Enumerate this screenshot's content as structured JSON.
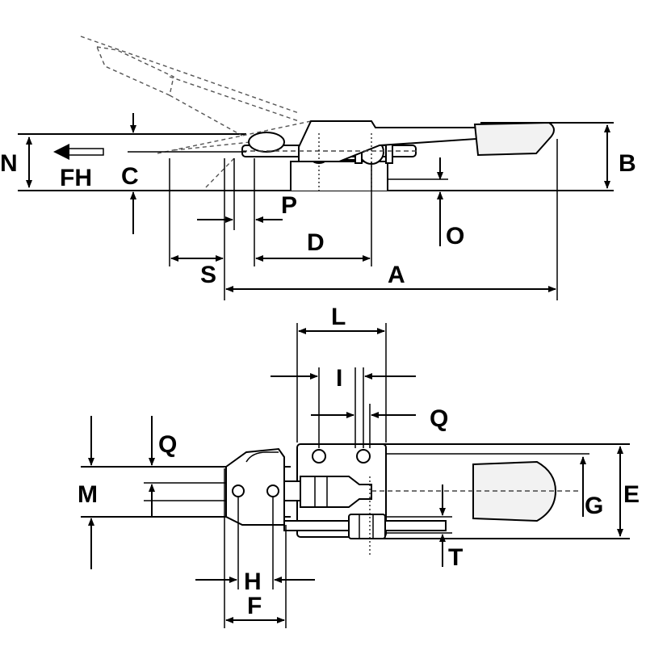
{
  "side_view": {
    "labels": {
      "N": "N",
      "FH": "FH",
      "C": "C",
      "B": "B",
      "O": "O",
      "P": "P",
      "D": "D",
      "S": "S",
      "A": "A"
    }
  },
  "top_view": {
    "labels": {
      "L": "L",
      "I": "I",
      "Q_right": "Q",
      "Q_left": "Q",
      "M": "M",
      "E": "E",
      "G": "G",
      "T": "T",
      "H": "H",
      "F": "F"
    }
  },
  "colors": {
    "line": "#000000",
    "ghost": "#555555",
    "background": "#ffffff"
  }
}
